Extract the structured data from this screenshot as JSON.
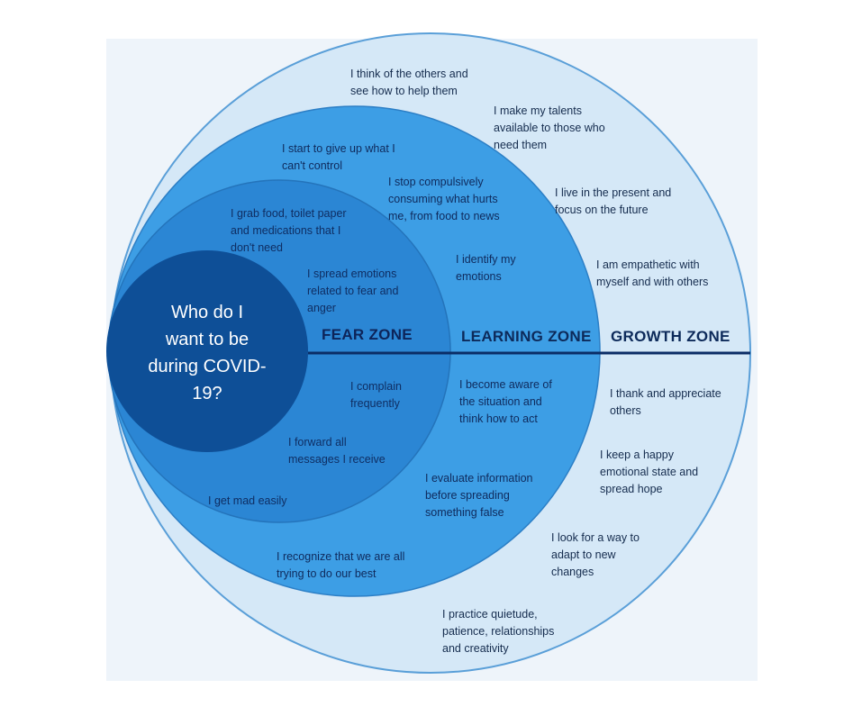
{
  "diagram": {
    "center_question": "Who do I\nwant to be\nduring COVID-\n19?",
    "zones": {
      "fear": "FEAR ZONE",
      "learning": "LEARNING ZONE",
      "growth": "GROWTH ZONE"
    },
    "growth_items": [
      "I think of the others and\nsee how to help them",
      "I make my talents\navailable to those who\nneed them",
      "I live in the present and\nfocus on the future",
      "I am empathetic with\nmyself and with others",
      "I thank and appreciate\nothers",
      "I keep a happy\nemotional state and\nspread hope",
      "I look for a way to\nadapt to new\nchanges",
      "I practice quietude,\npatience, relationships\nand creativity"
    ],
    "learning_items": [
      "I start to give up what I\ncan't control",
      "I stop compulsively\nconsuming what hurts\nme, from food to news",
      "I identify my\nemotions",
      "I become aware of\nthe situation and\nthink how to act",
      "I evaluate information\nbefore spreading\nsomething false",
      "I recognize that we are all\ntrying to do our best"
    ],
    "fear_items": [
      "I grab food, toilet paper\nand medications that I\ndon't need",
      "I spread emotions\nrelated to fear and\nanger",
      "I complain\nfrequently",
      "I forward all\nmessages I receive",
      "I get mad easily"
    ],
    "colors": {
      "background_panel": "#eef4fa",
      "growth_ring": "#d5e8f7",
      "learning_ring": "#3d9ee5",
      "fear_ring": "#2b86d4",
      "center": "#0e4f97",
      "divider_line": "#0b2d66"
    }
  }
}
